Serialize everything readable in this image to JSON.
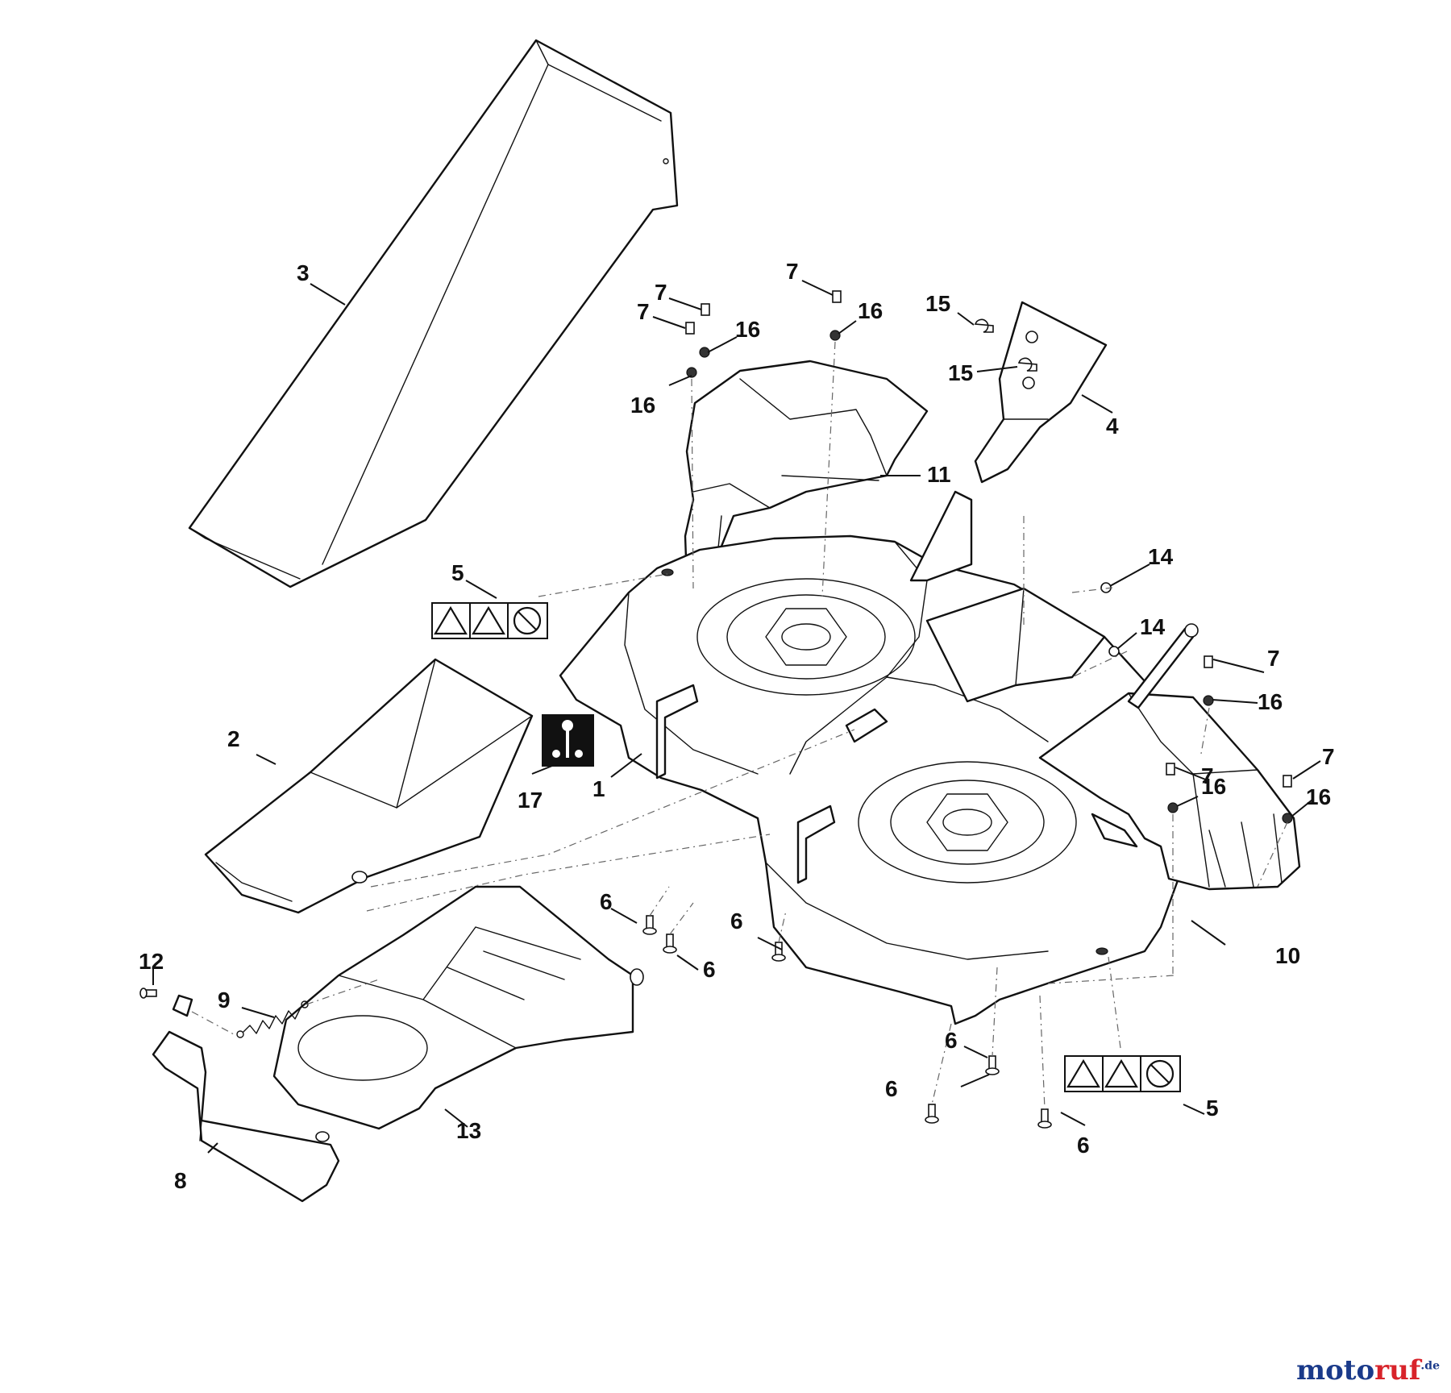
{
  "callouts": {
    "c1": "1",
    "c2": "2",
    "c3": "3",
    "c4": "4",
    "c5": "5",
    "c6": "6",
    "c7": "7",
    "c8": "8",
    "c9": "9",
    "c10": "10",
    "c11": "11",
    "c12": "12",
    "c13": "13",
    "c14": "14",
    "c15": "15",
    "c16": "16",
    "c17": "17"
  },
  "watermark": {
    "part1": "moto",
    "part2": "ruf",
    "suffix": ".de"
  },
  "colors": {
    "line": "#111111",
    "watermark_blue": "#1a3a8a",
    "watermark_red": "#d8232a"
  }
}
